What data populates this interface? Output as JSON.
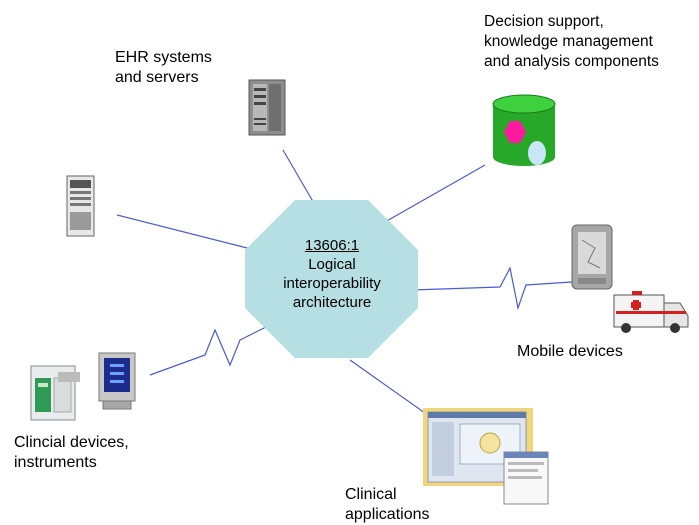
{
  "center": {
    "line1": "13606:1",
    "line2": "Logical",
    "line3": "interoperability",
    "line4": "architecture",
    "fill": "#b6dfe3"
  },
  "labels": {
    "ehr_line1": "EHR systems",
    "ehr_line2": "and servers",
    "decision_line1": "Decision support,",
    "decision_line2": "knowledge management",
    "decision_line3": "and analysis components",
    "mobile": "Mobile devices",
    "clinical_dev_line1": "Clincial devices,",
    "clinical_dev_line2": "instruments",
    "clinical_apps_line1": "Clinical",
    "clinical_apps_line2": "applications"
  },
  "colors": {
    "connector": "#4a5bd4",
    "cylinder": "#28a828",
    "hexagon": "#ff1aa0",
    "ellipse": "#c8e6f8"
  },
  "icons": [
    "server-tower-icon",
    "server-tower-icon",
    "database-cylinder-icon",
    "pda-icon",
    "ambulance-icon",
    "medical-device-icon",
    "monitor-icon",
    "application-screens-icon"
  ]
}
